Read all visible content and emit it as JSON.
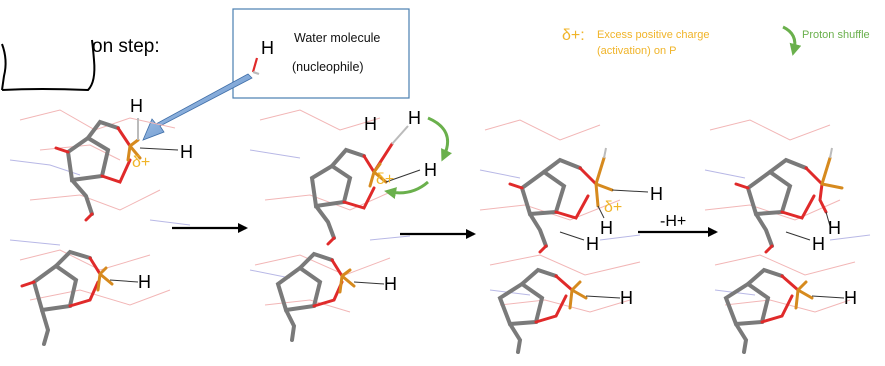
{
  "step_title_fragment": "on step:",
  "water_callout": {
    "h_label": "H",
    "title": "Water molecule",
    "subtitle": "(nucleophile)"
  },
  "legend": {
    "delta_symbol": "δ+:",
    "delta_text_line1": "Excess positive charge",
    "delta_text_line2": "(activation) on P",
    "proton_shuffle": "Proton shuffle"
  },
  "colors": {
    "delta": "#f0b429",
    "shuffle": "#6ab04c",
    "arrow_blue": "#4a7fc0",
    "box_border": "#4a7fb0",
    "carbon": "#7a7a7a",
    "oxygen": "#e02a2a",
    "phosphorus": "#d68a1e"
  },
  "atom_label": "H",
  "delta_label": "δ+",
  "minus_h_label": "-H+"
}
